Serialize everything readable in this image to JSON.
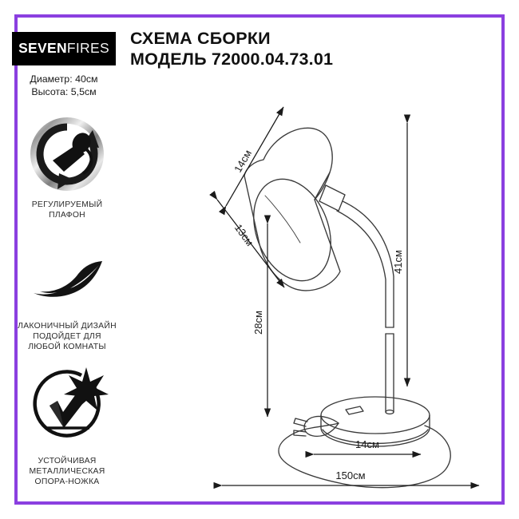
{
  "brand": {
    "logo_bold": "SEVEN",
    "logo_light": "FIRES"
  },
  "specs": {
    "diameter": "Диаметр: 40см",
    "height": "Высота: 5,5см"
  },
  "title": {
    "line1": "СХЕМА СБОРКИ",
    "line2": "МОДЕЛЬ 72000.04.73.01"
  },
  "features": [
    {
      "icon": "adjustable-shade-icon",
      "caption_line1": "РЕГУЛИРУЕМЫЙ",
      "caption_line2": "ПЛАФОН"
    },
    {
      "icon": "feather-design-icon",
      "caption_line1": "ЛАКОНИЧНЫЙ ДИЗАЙН",
      "caption_line2": "ПОДОЙДЕТ ДЛЯ",
      "caption_line3": "ЛЮБОЙ КОМНАТЫ"
    },
    {
      "icon": "stable-base-check-icon",
      "caption_line1": "УСТОЙЧИВАЯ",
      "caption_line2": "МЕТАЛЛИЧЕСКАЯ",
      "caption_line3": "ОПОРА-НОЖКА"
    }
  ],
  "diagram": {
    "dimensions": {
      "shade_top_diagonal": "14см",
      "shade_opening_diagonal": "13см",
      "pole_height": "28см",
      "total_height": "41см",
      "base_width": "14см",
      "cord_length": "150см"
    }
  },
  "colors": {
    "border": "#8b3fe0",
    "logo_bg": "#000000",
    "ink": "#1a1a1a",
    "line": "#3a3a3a"
  }
}
